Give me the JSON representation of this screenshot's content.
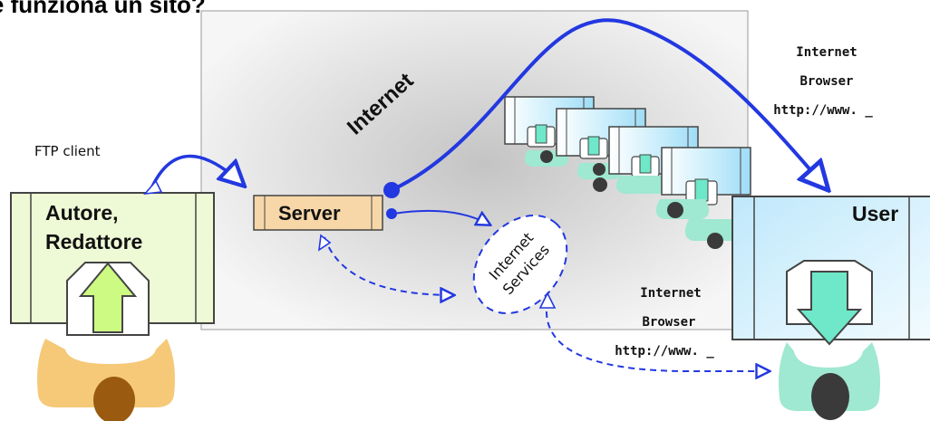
{
  "title": "he funziona un sito?",
  "labels": {
    "internet": "Internet",
    "ftp_client": "FTP client",
    "server": "Server",
    "author_line1": "Autore,",
    "author_line2": "Redattore",
    "user": "User",
    "services_line1": "Internet",
    "services_line2": "Services",
    "browser_top_line1": "Internet",
    "browser_top_line2": "Browser",
    "browser_top_url": "http://www. _",
    "browser_bottom_line1": "Internet",
    "browser_bottom_line2": "Browser",
    "browser_bottom_url": "http://www. _"
  },
  "colors": {
    "arrow_blue": "#2238e0",
    "author_panel": "#eef9d6",
    "author_arrow": "#cdfa82",
    "user_panel": "#cfeefb",
    "user_arrow": "#6ee8c8",
    "server_box": "#f7d7a8",
    "person_orange": "#f5c978",
    "person_teal": "#9fe8d2",
    "head_brown": "#9a5a10"
  }
}
